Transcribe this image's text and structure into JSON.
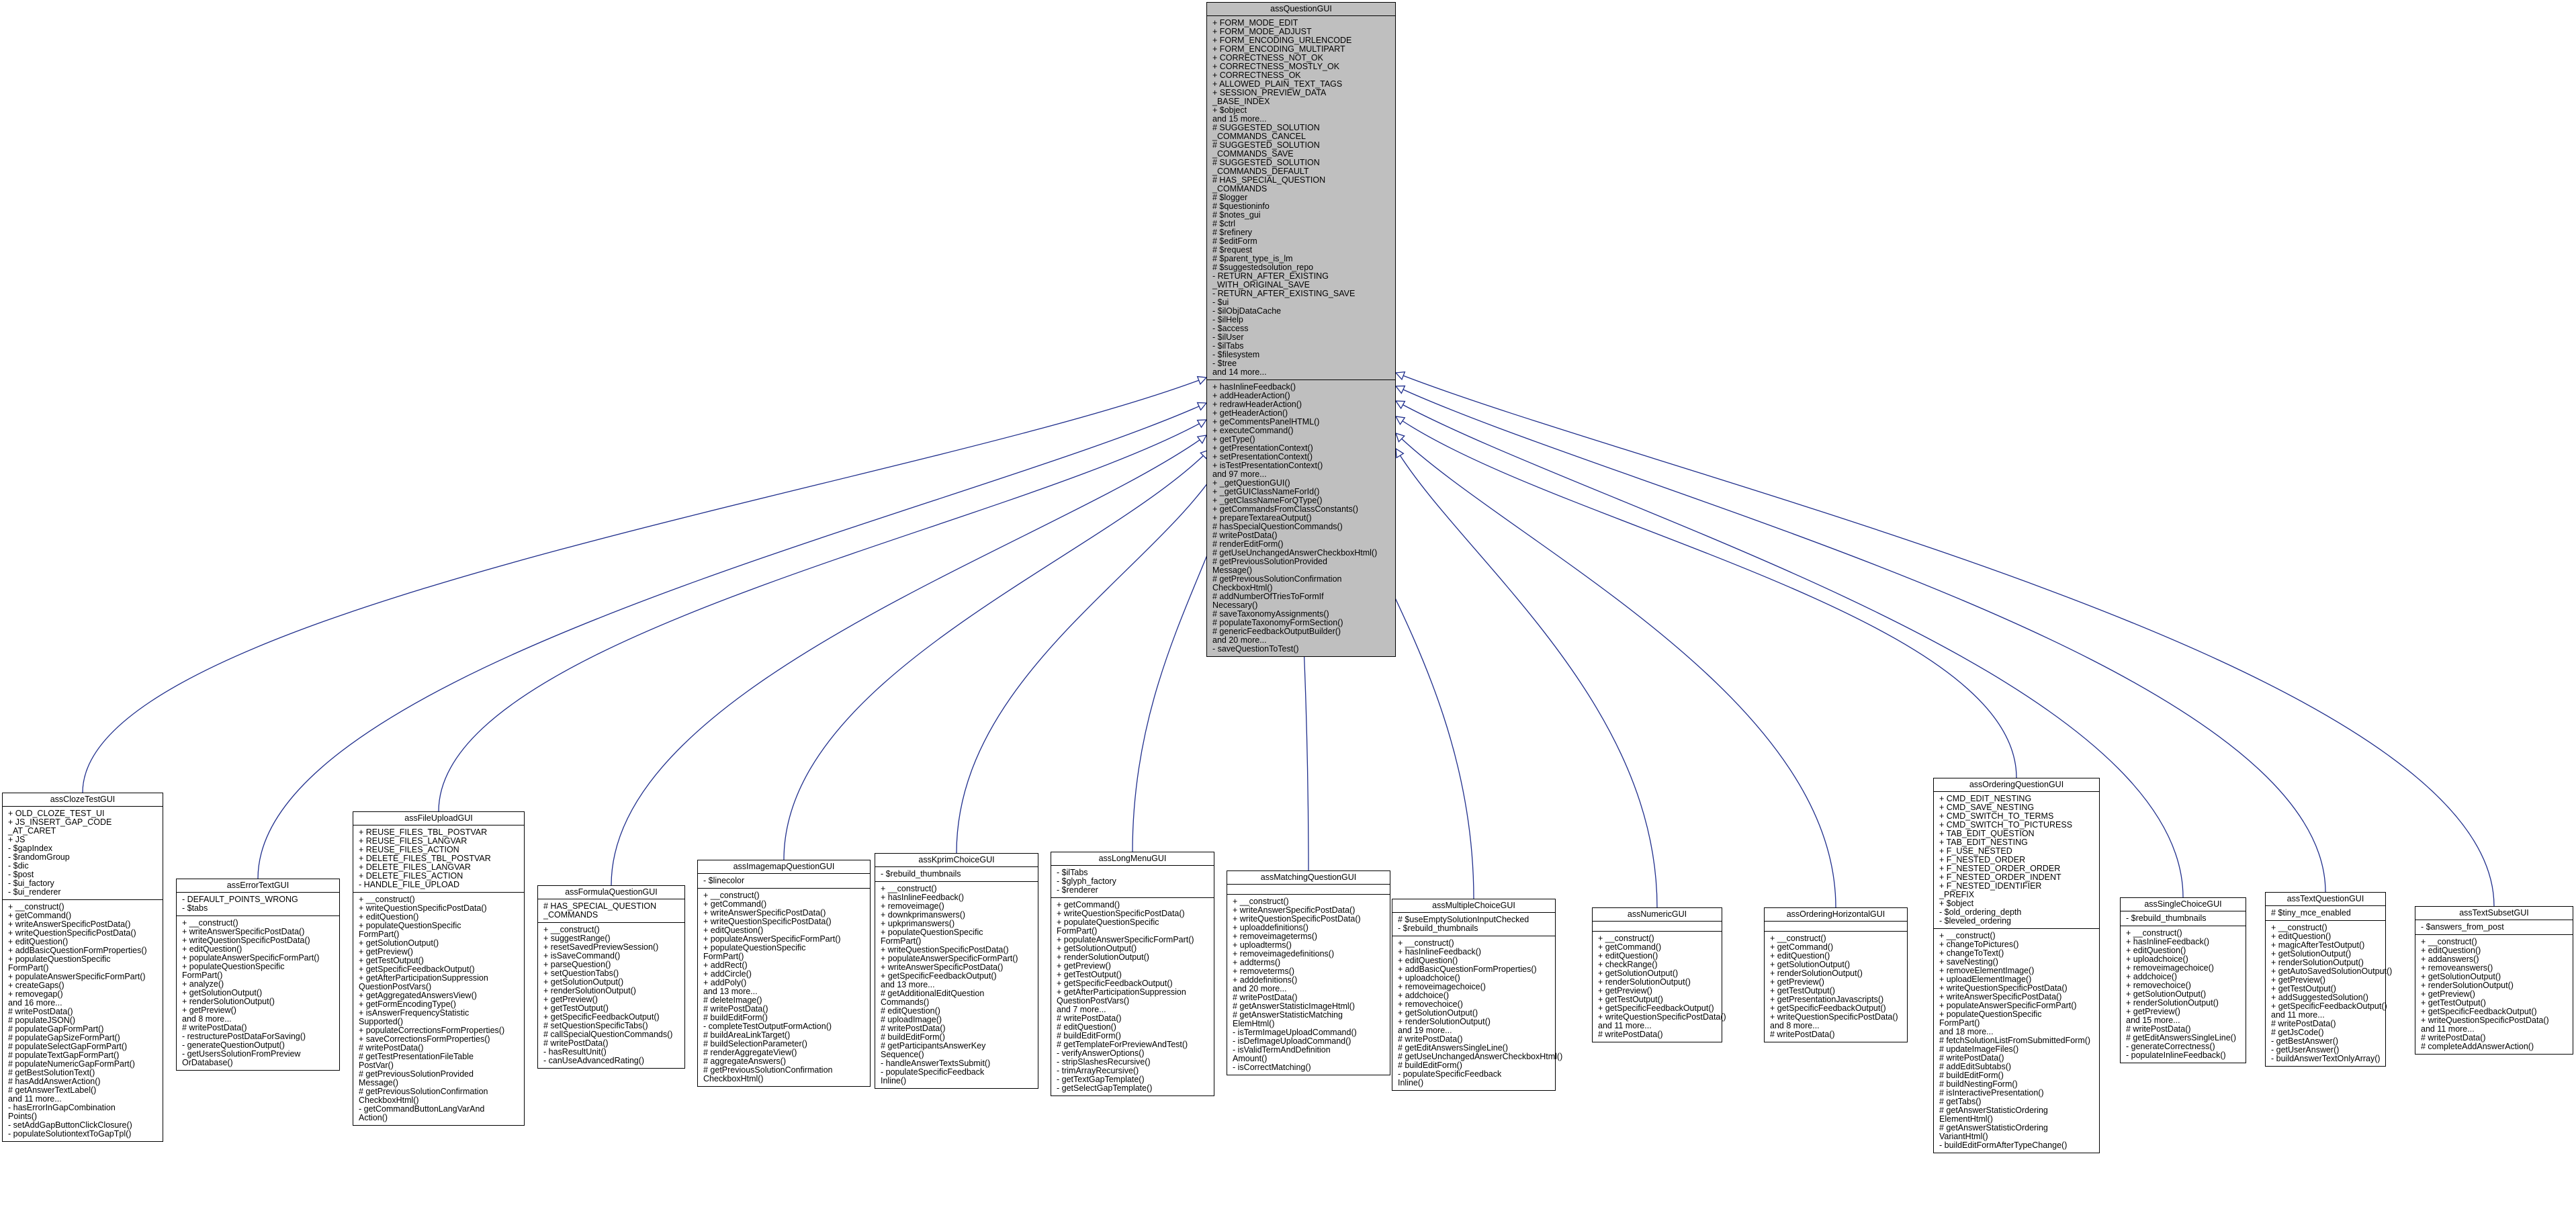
{
  "diagram": {
    "parent": {
      "name": "assQuestionGUI",
      "attributes": [
        "+ FORM_MODE_EDIT",
        "+ FORM_MODE_ADJUST",
        "+ FORM_ENCODING_URLENCODE",
        "+ FORM_ENCODING_MULTIPART",
        "+ CORRECTNESS_NOT_OK",
        "+ CORRECTNESS_MOSTLY_OK",
        "+ CORRECTNESS_OK",
        "+ ALLOWED_PLAIN_TEXT_TAGS",
        "+ SESSION_PREVIEW_DATA",
        "_BASE_INDEX",
        "+ $object",
        "and 15 more...",
        "# SUGGESTED_SOLUTION",
        "_COMMANDS_CANCEL",
        "# SUGGESTED_SOLUTION",
        "_COMMANDS_SAVE",
        "# SUGGESTED_SOLUTION",
        "_COMMANDS_DEFAULT",
        "# HAS_SPECIAL_QUESTION",
        "_COMMANDS",
        "# $logger",
        "# $questioninfo",
        "# $notes_gui",
        "# $ctrl",
        "# $refinery",
        "# $editForm",
        "# $request",
        "# $parent_type_is_lm",
        "# $suggestedsolution_repo",
        "- RETURN_AFTER_EXISTING",
        "_WITH_ORIGINAL_SAVE",
        "- RETURN_AFTER_EXISTING_SAVE",
        "- $ui",
        "- $ilObjDataCache",
        "- $ilHelp",
        "- $access",
        "- $ilUser",
        "- $ilTabs",
        "- $filesystem",
        "- $tree",
        "and 14 more..."
      ],
      "methods": [
        "+ hasInlineFeedback()",
        "+ addHeaderAction()",
        "+ redrawHeaderAction()",
        "+ getHeaderAction()",
        "+ geCommentsPanelHTML()",
        "+ executeCommand()",
        "+ getType()",
        "+ getPresentationContext()",
        "+ setPresentationContext()",
        "+ isTestPresentationContext()",
        "and 97 more...",
        "+ _getQuestionGUI()",
        "+ _getGUIClassNameForId()",
        "+ _getClassNameForQType()",
        "+ getCommandsFromClassConstants()",
        "+ prepareTextareaOutput()",
        "# hasSpecialQuestionCommands()",
        "# writePostData()",
        "# renderEditForm()",
        "# getUseUnchangedAnswerCheckboxHtml()",
        "# getPreviousSolutionProvided",
        "Message()",
        "# getPreviousSolutionConfirmation",
        "CheckboxHtml()",
        "# addNumberOfTriesToFormIf",
        "Necessary()",
        "# saveTaxonomyAssignments()",
        "# populateTaxonomyFormSection()",
        "# genericFeedbackOutputBuilder()",
        "and 20 more...",
        "- saveQuestionToTest()"
      ]
    },
    "children": [
      {
        "name": "assClozeTestGUI",
        "attributes": [
          "+ OLD_CLOZE_TEST_UI",
          "+ JS_INSERT_GAP_CODE",
          "_AT_CARET",
          "+ JS",
          "- $gapIndex",
          "- $randomGroup",
          "- $dic",
          "- $post",
          "- $ui_factory",
          "- $ui_renderer"
        ],
        "methods": [
          "+ __construct()",
          "+ getCommand()",
          "+ writeAnswerSpecificPostData()",
          "+ writeQuestionSpecificPostData()",
          "+ editQuestion()",
          "+ addBasicQuestionFormProperties()",
          "+ populateQuestionSpecific",
          "FormPart()",
          "+ populateAnswerSpecificFormPart()",
          "+ createGaps()",
          "+ removegap()",
          "and 16 more...",
          "# writePostData()",
          "# populateJSON()",
          "# populateGapFormPart()",
          "# populateGapSizeFormPart()",
          "# populateSelectGapFormPart()",
          "# populateTextGapFormPart()",
          "# populateNumericGapFormPart()",
          "# getBestSolutionText()",
          "# hasAddAnswerAction()",
          "# getAnswerTextLabel()",
          "and 11 more...",
          "- hasErrorInGapCombination",
          "Points()",
          "- setAddGapButtonClickClosure()",
          "- populateSolutiontextToGapTpl()"
        ]
      },
      {
        "name": "assErrorTextGUI",
        "attributes": [
          "- DEFAULT_POINTS_WRONG",
          "- $tabs"
        ],
        "methods": [
          "+ __construct()",
          "+ writeAnswerSpecificPostData()",
          "+ writeQuestionSpecificPostData()",
          "+ editQuestion()",
          "+ populateAnswerSpecificFormPart()",
          "+ populateQuestionSpecific",
          "FormPart()",
          "+ analyze()",
          "+ getSolutionOutput()",
          "+ renderSolutionOutput()",
          "+ getPreview()",
          "and 8 more...",
          "# writePostData()",
          "- restructurePostDataForSaving()",
          "- generateQuestionOutput()",
          "- getUsersSolutionFromPreview",
          "OrDatabase()"
        ]
      },
      {
        "name": "assFileUploadGUI",
        "attributes": [
          "+ REUSE_FILES_TBL_POSTVAR",
          "+ REUSE_FILES_LANGVAR",
          "+ REUSE_FILES_ACTION",
          "+ DELETE_FILES_TBL_POSTVAR",
          "+ DELETE_FILES_LANGVAR",
          "+ DELETE_FILES_ACTION",
          "- HANDLE_FILE_UPLOAD"
        ],
        "methods": [
          "+ __construct()",
          "+ writeQuestionSpecificPostData()",
          "+ editQuestion()",
          "+ populateQuestionSpecific",
          "FormPart()",
          "+ getSolutionOutput()",
          "+ getPreview()",
          "+ getTestOutput()",
          "+ getSpecificFeedbackOutput()",
          "+ getAfterParticipationSuppression",
          "QuestionPostVars()",
          "+ getAggregatedAnswersView()",
          "+ getFormEncodingType()",
          "+ isAnswerFrequencyStatistic",
          "Supported()",
          "+ populateCorrectionsFormProperties()",
          "+ saveCorrectionsFormProperties()",
          "# writePostData()",
          "# getTestPresentationFileTable",
          "PostVar()",
          "# getPreviousSolutionProvided",
          "Message()",
          "# getPreviousSolutionConfirmation",
          "CheckboxHtml()",
          "- getCommandButtonLangVarAnd",
          "Action()"
        ]
      },
      {
        "name": "assFormulaQuestionGUI",
        "attributes": [
          "# HAS_SPECIAL_QUESTION",
          "_COMMANDS"
        ],
        "methods": [
          "+ __construct()",
          "+ suggestRange()",
          "+ resetSavedPreviewSession()",
          "+ isSaveCommand()",
          "+ parseQuestion()",
          "+ setQuestionTabs()",
          "+ getSolutionOutput()",
          "+ renderSolutionOutput()",
          "+ getPreview()",
          "+ getTestOutput()",
          "+ getSpecificFeedbackOutput()",
          "# setQuestionSpecificTabs()",
          "# callSpecialQuestionCommands()",
          "# writePostData()",
          "- hasResultUnit()",
          "- canUseAdvancedRating()"
        ]
      },
      {
        "name": "assImagemapQuestionGUI",
        "attributes": [
          "- $linecolor"
        ],
        "methods": [
          "+ __construct()",
          "+ getCommand()",
          "+ writeAnswerSpecificPostData()",
          "+ writeQuestionSpecificPostData()",
          "+ editQuestion()",
          "+ populateAnswerSpecificFormPart()",
          "+ populateQuestionSpecific",
          "FormPart()",
          "+ addRect()",
          "+ addCircle()",
          "+ addPoly()",
          "and 13 more...",
          "# deleteImage()",
          "# writePostData()",
          "# buildEditForm()",
          "- completeTestOutputFormAction()",
          "# buildAreaLinkTarget()",
          "# buildSelectionParameter()",
          "# renderAggregateView()",
          "# aggregateAnswers()",
          "# getPreviousSolutionConfirmation",
          "CheckboxHtml()"
        ]
      },
      {
        "name": "assKprimChoiceGUI",
        "attributes": [
          "- $rebuild_thumbnails"
        ],
        "methods": [
          "+ __construct()",
          "+ hasInlineFeedback()",
          "+ removeimage()",
          "+ downkprimanswers()",
          "+ upkprimanswers()",
          "+ populateQuestionSpecific",
          "FormPart()",
          "+ writeQuestionSpecificPostData()",
          "+ populateAnswerSpecificFormPart()",
          "+ writeAnswerSpecificPostData()",
          "+ getSpecificFeedbackOutput()",
          "and 13 more...",
          "# getAdditionalEditQuestion",
          "Commands()",
          "# editQuestion()",
          "# uploadImage()",
          "# writePostData()",
          "# buildEditForm()",
          "# getParticipantsAnswerKey",
          "Sequence()",
          "- handleAnswerTextsSubmit()",
          "- populateSpecificFeedback",
          "Inline()"
        ]
      },
      {
        "name": "assLongMenuGUI",
        "attributes": [
          "- $ilTabs",
          "- $glyph_factory",
          "- $renderer"
        ],
        "methods": [
          "+ getCommand()",
          "+ writeQuestionSpecificPostData()",
          "+ populateQuestionSpecific",
          "FormPart()",
          "+ populateAnswerSpecificFormPart()",
          "+ getSolutionOutput()",
          "+ renderSolutionOutput()",
          "+ getPreview()",
          "+ getTestOutput()",
          "+ getSpecificFeedbackOutput()",
          "+ getAfterParticipationSuppression",
          "QuestionPostVars()",
          "and 7 more...",
          "# writePostData()",
          "# editQuestion()",
          "# buildEditForm()",
          "# getTemplateForPreviewAndTest()",
          "- verifyAnswerOptions()",
          "- stripSlashesRecursive()",
          "- trimArrayRecursive()",
          "- getTextGapTemplate()",
          "- getSelectGapTemplate()"
        ]
      },
      {
        "name": "assMatchingQuestionGUI",
        "attributes": [],
        "methods": [
          "+ __construct()",
          "+ writeAnswerSpecificPostData()",
          "+ writeQuestionSpecificPostData()",
          "+ uploaddefinitions()",
          "+ removeimageterms()",
          "+ uploadterms()",
          "+ removeimagedefinitions()",
          "+ addterms()",
          "+ removeterms()",
          "+ adddefinitions()",
          "and 20 more...",
          "# writePostData()",
          "# getAnswerStatisticImageHtml()",
          "# getAnswerStatisticMatching",
          "ElemHtml()",
          "- isTermImageUploadCommand()",
          "- isDefImageUploadCommand()",
          "- isValidTermAndDefinition",
          "Amount()",
          "- isCorrectMatching()"
        ]
      },
      {
        "name": "assMultipleChoiceGUI",
        "attributes": [
          "# $useEmptySolutionInputChecked",
          "- $rebuild_thumbnails"
        ],
        "methods": [
          "+ __construct()",
          "+ hasInlineFeedback()",
          "+ editQuestion()",
          "+ addBasicQuestionFormProperties()",
          "+ uploadchoice()",
          "+ removeimagechoice()",
          "+ addchoice()",
          "+ removechoice()",
          "+ getSolutionOutput()",
          "+ renderSolutionOutput()",
          "and 19 more...",
          "# writePostData()",
          "# getEditAnswersSingleLine()",
          "# getUseUnchangedAnswerCheckboxHtml()",
          "# buildEditForm()",
          "- populateSpecificFeedback",
          "Inline()"
        ]
      },
      {
        "name": "assNumericGUI",
        "attributes": [],
        "methods": [
          "+ __construct()",
          "+ getCommand()",
          "+ editQuestion()",
          "+ checkRange()",
          "+ getSolutionOutput()",
          "+ renderSolutionOutput()",
          "+ getPreview()",
          "+ getTestOutput()",
          "+ getSpecificFeedbackOutput()",
          "+ writeQuestionSpecificPostData()",
          "and 11 more...",
          "# writePostData()"
        ]
      },
      {
        "name": "assOrderingHorizontalGUI",
        "attributes": [],
        "methods": [
          "+ __construct()",
          "+ getCommand()",
          "+ editQuestion()",
          "+ getSolutionOutput()",
          "+ renderSolutionOutput()",
          "+ getPreview()",
          "+ getTestOutput()",
          "+ getPresentationJavascripts()",
          "+ getSpecificFeedbackOutput()",
          "+ writeQuestionSpecificPostData()",
          "and 8 more...",
          "# writePostData()"
        ]
      },
      {
        "name": "assOrderingQuestionGUI",
        "attributes": [
          "+ CMD_EDIT_NESTING",
          "+ CMD_SAVE_NESTING",
          "+ CMD_SWITCH_TO_TERMS",
          "+ CMD_SWITCH_TO_PICTURESS",
          "+ TAB_EDIT_QUESTION",
          "+ TAB_EDIT_NESTING",
          "+ F_USE_NESTED",
          "+ F_NESTED_ORDER",
          "+ F_NESTED_ORDER_ORDER",
          "+ F_NESTED_ORDER_INDENT",
          "+ F_NESTED_IDENTIFIER",
          "_PREFIX",
          "+ $object",
          "- $old_ordering_depth",
          "- $leveled_ordering"
        ],
        "methods": [
          "+ __construct()",
          "+ changeToPictures()",
          "+ changeToText()",
          "+ saveNesting()",
          "+ removeElementImage()",
          "+ uploadElementImage()",
          "+ writeQuestionSpecificPostData()",
          "+ writeAnswerSpecificPostData()",
          "+ populateAnswerSpecificFormPart()",
          "+ populateQuestionSpecific",
          "FormPart()",
          "and 18 more...",
          "# fetchSolutionListFromSubmittedForm()",
          "# updateImageFiles()",
          "# writePostData()",
          "# addEditSubtabs()",
          "# buildEditForm()",
          "# buildNestingForm()",
          "# isInteractivePresentation()",
          "# getTabs()",
          "# getAnswerStatisticOrdering",
          "ElementHtml()",
          "# getAnswerStatisticOrdering",
          "VariantHtml()",
          "- buildEditFormAfterTypeChange()"
        ]
      },
      {
        "name": "assSingleChoiceGUI",
        "attributes": [
          "- $rebuild_thumbnails"
        ],
        "methods": [
          "+ __construct()",
          "+ hasInlineFeedback()",
          "+ editQuestion()",
          "+ uploadchoice()",
          "+ removeimagechoice()",
          "+ addchoice()",
          "+ removechoice()",
          "+ getSolutionOutput()",
          "+ renderSolutionOutput()",
          "+ getPreview()",
          "and 15 more...",
          "# writePostData()",
          "# getEditAnswersSingleLine()",
          "- generateCorrectness()",
          "- populateInlineFeedback()"
        ]
      },
      {
        "name": "assTextQuestionGUI",
        "attributes": [
          "# $tiny_mce_enabled"
        ],
        "methods": [
          "+ __construct()",
          "+ editQuestion()",
          "+ magicAfterTestOutput()",
          "+ getSolutionOutput()",
          "+ renderSolutionOutput()",
          "+ getAutoSavedSolutionOutput()",
          "+ getPreview()",
          "+ getTestOutput()",
          "+ addSuggestedSolution()",
          "+ getSpecificFeedbackOutput()",
          "and 11 more...",
          "# writePostData()",
          "# getJsCode()",
          "- getBestAnswer()",
          "- getUserAnswer()",
          "- buildAnswerTextOnlyArray()"
        ]
      },
      {
        "name": "assTextSubsetGUI",
        "attributes": [
          "- $answers_from_post"
        ],
        "methods": [
          "+ __construct()",
          "+ editQuestion()",
          "+ addanswers()",
          "+ removeanswers()",
          "+ getSolutionOutput()",
          "+ renderSolutionOutput()",
          "+ getPreview()",
          "+ getTestOutput()",
          "+ getSpecificFeedbackOutput()",
          "+ writeQuestionSpecificPostData()",
          "and 11 more...",
          "# writePostData()",
          "# completeAddAnswerAction()"
        ]
      }
    ]
  }
}
